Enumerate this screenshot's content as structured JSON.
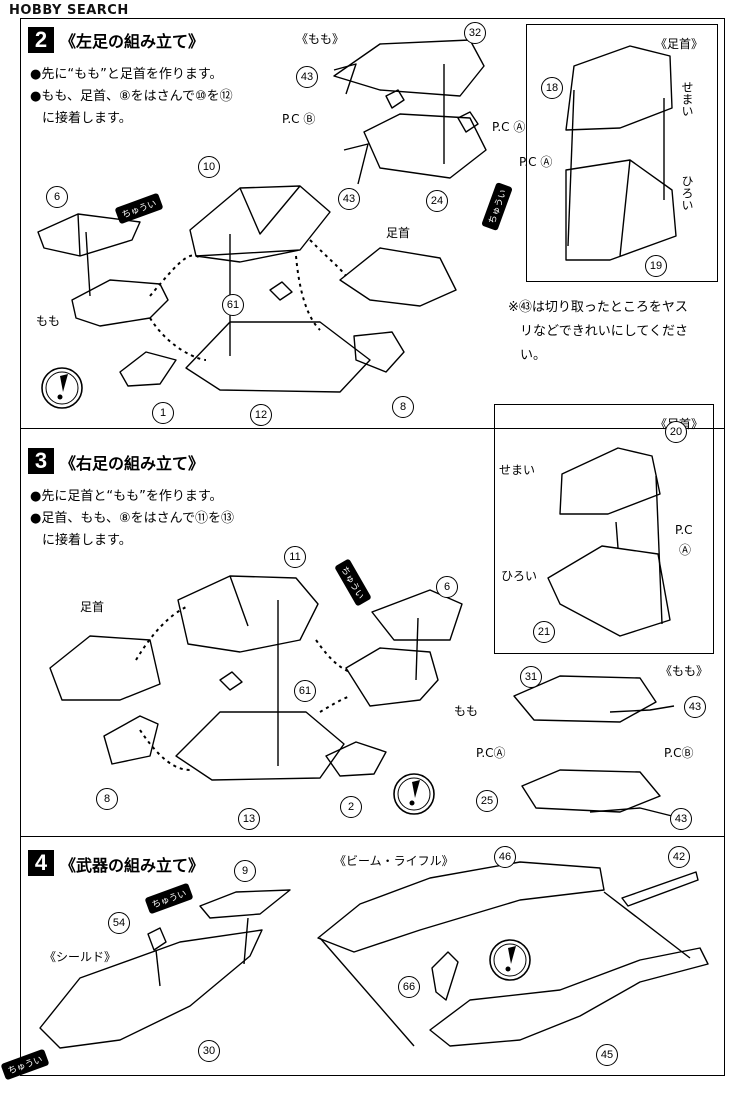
{
  "logo": "HOBBY SEARCH",
  "step2": {
    "number": "2",
    "title": "《左足の組み立て》",
    "instructions": [
      "●先に“もも”と足首を作ります。",
      "●もも、足首、⑧をはさんで⑩を⑫",
      "に接着します。"
    ],
    "labels": {
      "momo_title": "《もも》",
      "ashikubi_title": "《足首》",
      "momo": "もも",
      "ashikubi": "足首",
      "pc_b": "P.C Ⓑ",
      "pc_a1": "P.C Ⓐ",
      "pc_a2": "P.C Ⓐ",
      "semai": "せまい",
      "hiroi": "ひろい",
      "caution1": "ちゅうい",
      "caution2": "ちゅうい"
    },
    "parts": [
      "6",
      "10",
      "61",
      "1",
      "12",
      "8",
      "32",
      "43",
      "43",
      "24",
      "18",
      "19"
    ],
    "note": [
      "※㊸は切り取ったところをヤス",
      "リなどできれいにしてくださ",
      "い。"
    ]
  },
  "step3": {
    "number": "3",
    "title": "《右足の組み立て》",
    "instructions": [
      "●先に足首と“もも”を作ります。",
      "●足首、もも、⑧をはさんで⑪を⑬",
      "に接着します。"
    ],
    "labels": {
      "ashikubi_title": "《足首》",
      "momo_title": "《もも》",
      "ashikubi": "足首",
      "momo": "もも",
      "semai": "せまい",
      "hiroi": "ひろい",
      "pc_a": "P.C",
      "pc_a2": "Ⓐ",
      "pc_a3": "P.CⒶ",
      "pc_b": "P.CⒷ",
      "caution": "ちゅうい"
    },
    "parts": [
      "11",
      "6",
      "61",
      "8",
      "13",
      "2",
      "20",
      "21",
      "31",
      "43",
      "25",
      "43"
    ]
  },
  "step4": {
    "number": "4",
    "title": "《武器の組み立て》",
    "labels": {
      "shield": "《シールド》",
      "rifle": "《ビーム・ライフル》",
      "caution1": "ちゅうい",
      "caution2": "ちゅうい"
    },
    "parts": [
      "9",
      "54",
      "30",
      "46",
      "42",
      "66",
      "45"
    ]
  }
}
